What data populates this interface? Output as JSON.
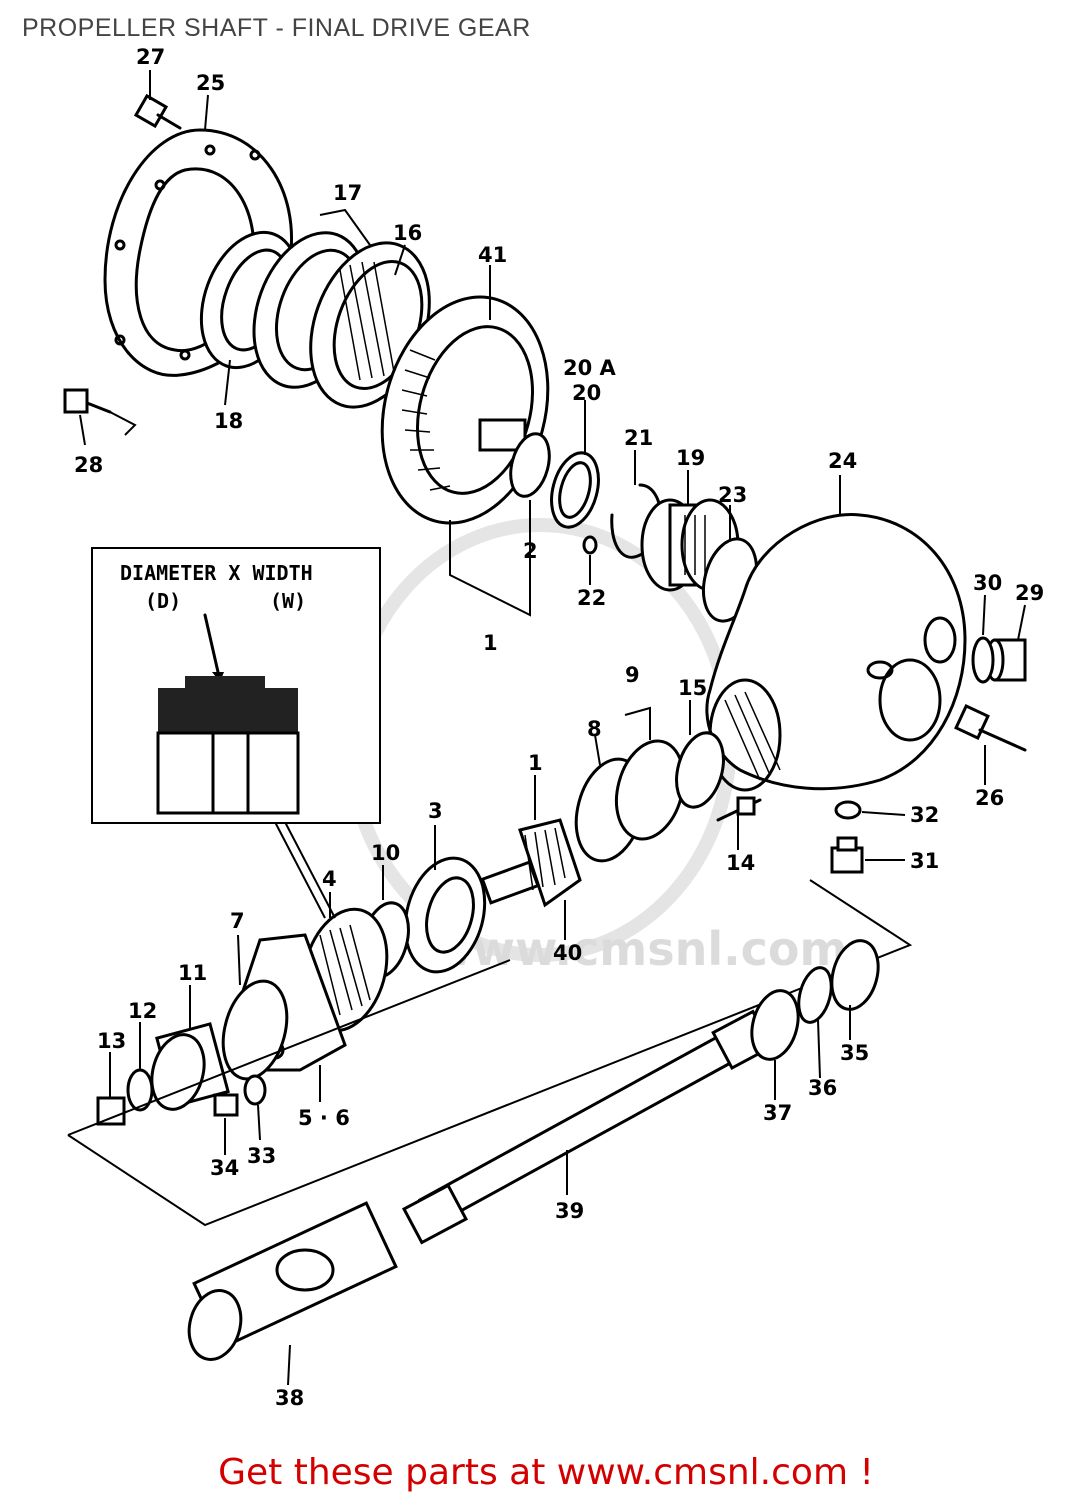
{
  "title": "PROPELLER SHAFT - FINAL DRIVE GEAR",
  "footer": "Get these parts at www.cmsnl.com !",
  "watermark": "www.cmsnl.com",
  "inset": {
    "heading": "DIAMETER X WIDTH",
    "d_label": "(D)",
    "w_label": "(W)"
  },
  "callouts": {
    "c1a": "1",
    "c1b": "1",
    "c2": "2",
    "c3": "3",
    "c4": "4",
    "c56": "5 · 6",
    "c7": "7",
    "c8": "8",
    "c9": "9",
    "c10": "10",
    "c11": "11",
    "c12": "12",
    "c13": "13",
    "c14": "14",
    "c15": "15",
    "c16": "16",
    "c17": "17",
    "c18": "18",
    "c19": "19",
    "c20": "20",
    "c20a": "20 A",
    "c21": "21",
    "c22": "22",
    "c23": "23",
    "c24": "24",
    "c25": "25",
    "c26": "26",
    "c27": "27",
    "c28": "28",
    "c29": "29",
    "c30": "30",
    "c31": "31",
    "c32": "32",
    "c33": "33",
    "c34": "34",
    "c35": "35",
    "c36": "36",
    "c37": "37",
    "c38": "38",
    "c39": "39",
    "c40": "40",
    "c41": "41"
  }
}
